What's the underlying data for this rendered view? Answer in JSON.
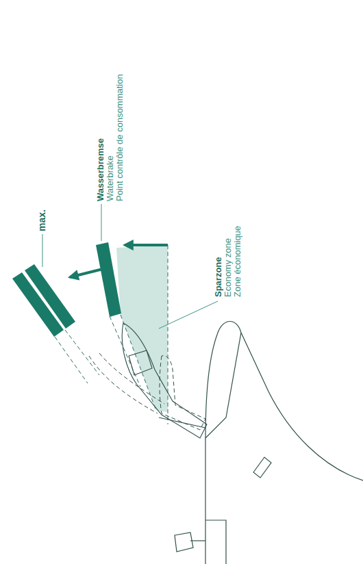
{
  "diagram": {
    "labels": [
      "max.",
      "Wasserbremse",
      "Waterbrake",
      "Point contrôle de consommation",
      "Sparzone",
      "Economy zone",
      "Zone économique"
    ]
  }
}
